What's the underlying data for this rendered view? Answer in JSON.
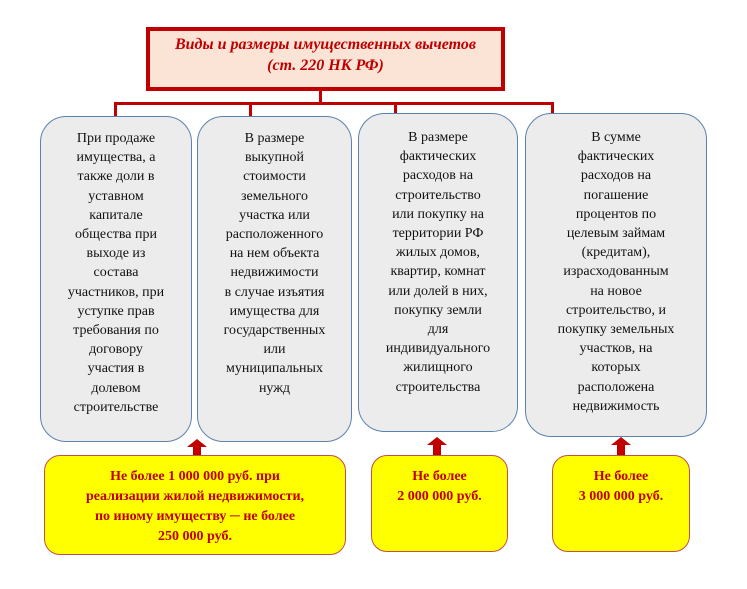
{
  "title": {
    "line1": "Виды и размеры имущественных вычетов",
    "line2": "(ст. 220 НК РФ)"
  },
  "categories": [
    {
      "text": "При продаже\nимущества, а\nтакже доли в\nуставном\nкапитале\nобщества при\nвыходе из\nсостава\nучастников, при\nуступке прав\nтребования по\nдоговору\nучастия в\nдолевом\nстроительстве"
    },
    {
      "text": "В размере\nвыкупной\nстоимости\nземельного\nучастка или\nрасположенного\nна нем объекта\nнедвижимости\nв случае изъятия\nимущества для\nгосударственных\nили\nмуниципальных\nнужд"
    },
    {
      "text": "В размере\nфактических\nрасходов на\nстроительство\nили покупку на\nтерритории РФ\nжилых домов,\nквартир, комнат\nили долей в них,\nпокупку земли\nдля\nиндивидуального\nжилищного\nстроительства"
    },
    {
      "text": "В сумме\nфактических\nрасходов на\nпогашение\nпроцентов по\nцелевым займам\n(кредитам),\nизрасходованным\nна новое\nстроительство, и\nпокупку земельных\nучастков, на\nкоторых\nрасположена\nнедвижимость"
    }
  ],
  "limits": [
    {
      "text": "Не более 1 000 000 руб. при\nреализации жилой недвижимости,\nпо иному имуществу ─ не более\n250 000 руб."
    },
    {
      "text": "Не более\n2 000 000 руб."
    },
    {
      "text": "Не более\n3 000 000  руб."
    }
  ],
  "colors": {
    "accent": "#c00000",
    "limit_fill": "#ffff00",
    "card_fill": "#ececec"
  }
}
